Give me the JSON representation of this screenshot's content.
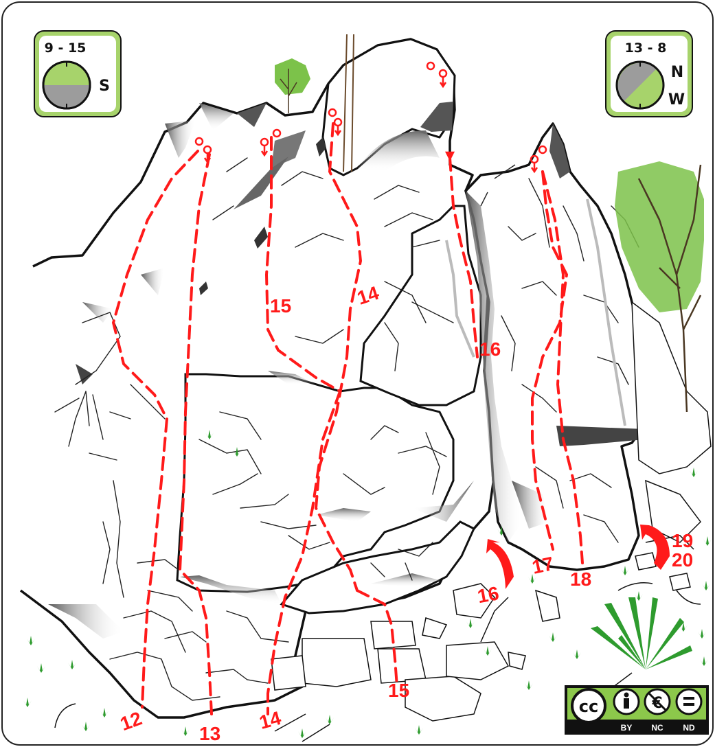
{
  "compass_left": {
    "range": "9 - 15",
    "direction": "S"
  },
  "compass_right": {
    "range": "13 - 8",
    "dir_top": "N",
    "dir_bottom": "W"
  },
  "routes": [
    {
      "number": "12"
    },
    {
      "number": "13"
    },
    {
      "number": "14"
    },
    {
      "number": "14"
    },
    {
      "number": "15"
    },
    {
      "number": "15"
    },
    {
      "number": "16"
    },
    {
      "number": "16"
    },
    {
      "number": "17"
    },
    {
      "number": "18"
    },
    {
      "number": "19"
    },
    {
      "number": "20"
    }
  ],
  "license": {
    "cc": "cc",
    "by": "BY",
    "nc": "NC",
    "nd": "ND"
  },
  "colors": {
    "route": "#ff1a1a",
    "compass_frame": "#8cc84b",
    "compass_fill": "#a7d36b",
    "compass_shade": "#9c9c9c",
    "foliage": "#7cc24a",
    "license_bg": "#8cc84b"
  },
  "icons": [
    "compass-dial-icon",
    "anchor-icon",
    "grass-tuft-icon",
    "tree-icon",
    "cc-logo-icon",
    "attribution-icon",
    "noncommercial-icon",
    "noderivatives-icon",
    "arrow-curve-icon"
  ]
}
